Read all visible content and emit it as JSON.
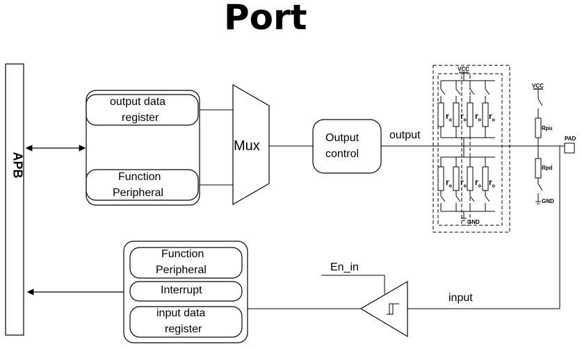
{
  "title": "Port",
  "apb_label": "APB",
  "output_data_register": "output data register",
  "output_data_register_lines": [
    "output data",
    "register"
  ],
  "function_peripheral_out_lines": [
    "Function",
    "Peripheral"
  ],
  "mux_label": "Mux",
  "output_control_lines": [
    "Output",
    "control"
  ],
  "output_label": "output",
  "vcc_label": "VCC",
  "gnd_label": "GND",
  "ro_label": "r",
  "ro_subscript": "o",
  "pad_label": "PAD",
  "rpu_label": "Rpu",
  "rpd_label": "Rpd",
  "function_peripheral_in_lines": [
    "Function",
    "Peripheral"
  ],
  "interrupt_label": "Interrupt",
  "input_data_register_lines": [
    "input data",
    "register"
  ],
  "en_in_label": "En_in",
  "input_label": "input"
}
